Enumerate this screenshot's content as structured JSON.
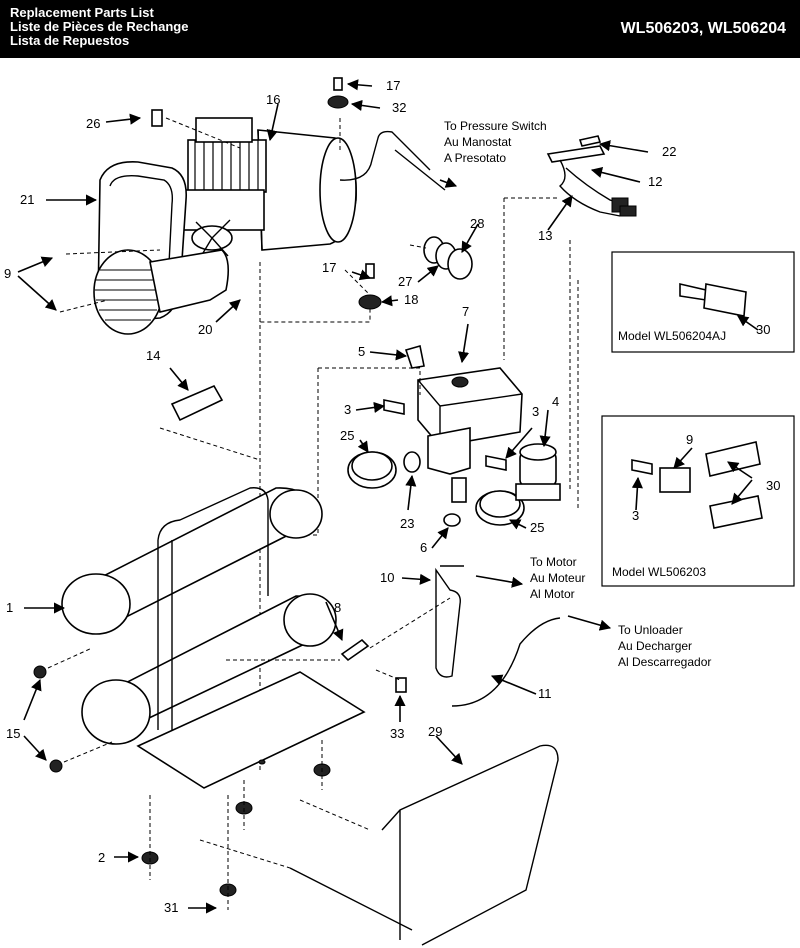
{
  "header": {
    "title_en": "Replacement Parts List",
    "title_fr": "Liste de Pièces de Rechange",
    "title_es": "Lista de Repuestos",
    "models": "WL506203, WL506204"
  },
  "labels": {
    "to_pressure_switch": [
      "To Pressure Switch",
      "Au Manostat",
      "A Presotato"
    ],
    "to_motor": [
      "To Motor",
      "Au Moteur",
      "Al Motor"
    ],
    "to_unloader": [
      "To Unloader",
      "Au Decharger",
      "Al Descarregador"
    ],
    "model_a": "Model WL506204AJ",
    "model_b": "Model WL506203"
  },
  "parts": {
    "p1": "1",
    "p2": "2",
    "p3a": "3",
    "p3b": "3",
    "p3c": "3",
    "p4": "4",
    "p5": "5",
    "p6": "6",
    "p7": "7",
    "p8": "8",
    "p9a": "9",
    "p9b": "9",
    "p10": "10",
    "p11": "11",
    "p12": "12",
    "p13": "13",
    "p14": "14",
    "p15": "15",
    "p16": "16",
    "p17a": "17",
    "p17b": "17",
    "p18": "18",
    "p20": "20",
    "p21": "21",
    "p22": "22",
    "p23": "23",
    "p25a": "25",
    "p25b": "25",
    "p26": "26",
    "p27": "27",
    "p28": "28",
    "p29": "29",
    "p30a": "30",
    "p30b": "30",
    "p31": "31",
    "p32": "32",
    "p33": "33"
  }
}
